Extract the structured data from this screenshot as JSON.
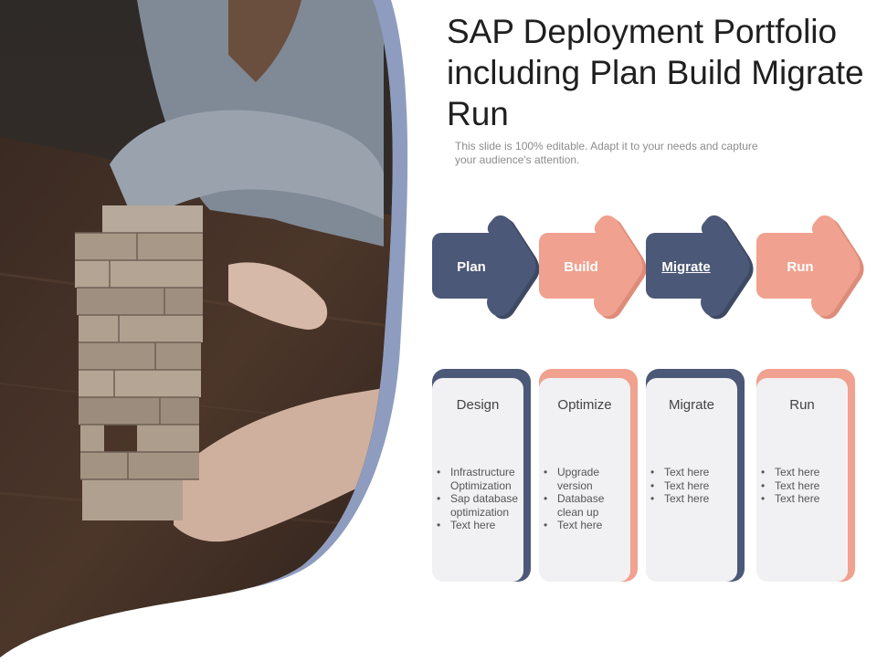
{
  "slide": {
    "title": "SAP Deployment Portfolio including Plan Build Migrate Run",
    "subtitle": "This slide is 100% editable. Adapt it to your needs and capture your audience's attention."
  },
  "colors": {
    "navy": "#4b5877",
    "salmon": "#f0a18f",
    "card_bg": "#f1f1f3",
    "curve": "#8e9cbf"
  },
  "steps": [
    {
      "label": "Plan",
      "color": "navy"
    },
    {
      "label": "Build",
      "color": "salmon"
    },
    {
      "label": "Migrate",
      "color": "navy"
    },
    {
      "label": "Run",
      "color": "salmon"
    }
  ],
  "cards": [
    {
      "title": "Design",
      "items": [
        "Infrastructure Optimization",
        "Sap database optimization",
        "Text here"
      ]
    },
    {
      "title": "Optimize",
      "items": [
        "Upgrade version",
        "Database clean up",
        "Text here"
      ]
    },
    {
      "title": "Migrate",
      "items": [
        "Text here",
        "Text here",
        "Text here"
      ]
    },
    {
      "title": "Run",
      "items": [
        "Text here",
        "Text here",
        "Text here"
      ]
    }
  ],
  "photo": {
    "subject": "photo-jenga-tower"
  }
}
